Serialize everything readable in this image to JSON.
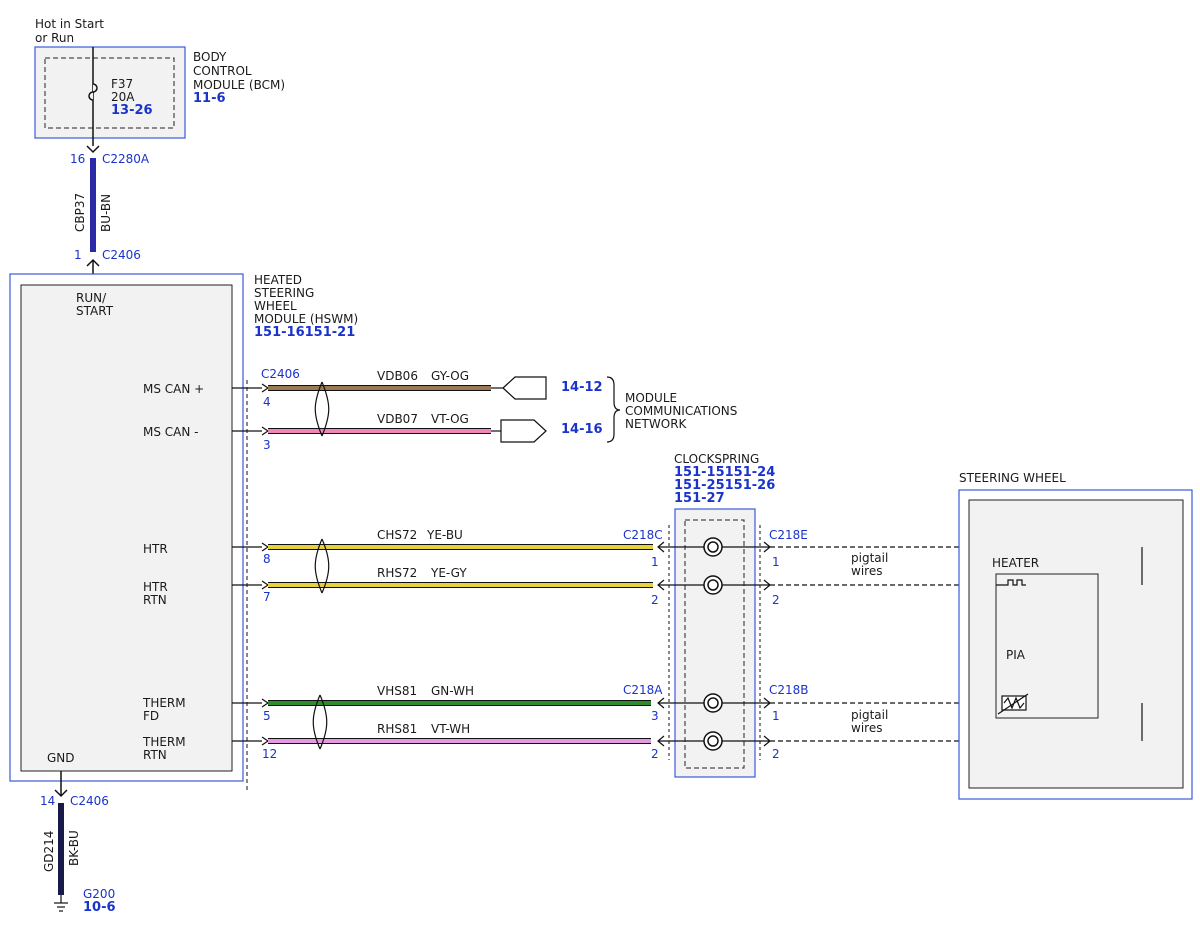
{
  "power": {
    "source_l1": "Hot in Start",
    "source_l2": "or Run"
  },
  "bcm": {
    "name_l1": "BODY",
    "name_l2": "CONTROL",
    "name_l3": "MODULE (BCM)",
    "ref": "11-6",
    "fuse": {
      "id": "F37",
      "rating": "20A",
      "ref": "13-26"
    }
  },
  "bcm_wire": {
    "pin_top": "16",
    "conn_top": "C2280A",
    "circuit": "CBP37",
    "color_code": "BU-BN",
    "color": "#2a2aa8",
    "pin_bottom": "1",
    "conn_bottom": "C2406"
  },
  "hswm": {
    "name_l1": "HEATED",
    "name_l2": "STEERING",
    "name_l3": "WHEEL",
    "name_l4": "MODULE (HSWM)",
    "ref": "151-16151-21",
    "run_start_l1": "RUN/",
    "run_start_l2": "START",
    "gnd": "GND",
    "conn": "C2406"
  },
  "can_lines": [
    {
      "label_l1": "MS CAN +",
      "label_l2": "",
      "pin": "4",
      "circuit": "VDB06",
      "color_code": "GY-OG",
      "color": "#9a7a55",
      "ref": "14-12"
    },
    {
      "label_l1": "MS CAN -",
      "label_l2": "",
      "pin": "3",
      "circuit": "VDB07",
      "color_code": "VT-OG",
      "color": "#ee88bb",
      "ref": "14-16"
    }
  ],
  "network": {
    "l1": "MODULE",
    "l2": "COMMUNICATIONS",
    "l3": "NETWORK"
  },
  "clockspring": {
    "name": "CLOCKSPRING",
    "ref_l1": "151-15151-24",
    "ref_l2": "151-25151-26",
    "ref_l3": "151-27"
  },
  "heater_lines": [
    {
      "label_l1": "HTR",
      "label_l2": "",
      "pin": "8",
      "circuit": "CHS72",
      "color_code": "YE-BU",
      "color": "#e6d23c",
      "conn_left": "C218C",
      "pin_cs_left": "1",
      "conn_right": "C218E",
      "pin_cs_right": "1"
    },
    {
      "label_l1": "HTR",
      "label_l2": "RTN",
      "pin": "7",
      "circuit": "RHS72",
      "color_code": "YE-GY",
      "color": "#e6d23c",
      "conn_left": "",
      "pin_cs_left": "2",
      "conn_right": "",
      "pin_cs_right": "2"
    }
  ],
  "therm_lines": [
    {
      "label_l1": "THERM",
      "label_l2": "FD",
      "pin": "5",
      "circuit": "VHS81",
      "color_code": "GN-WH",
      "color": "#2e8b2e",
      "conn_left": "C218A",
      "pin_cs_left": "3",
      "conn_right": "C218B",
      "pin_cs_right": "1"
    },
    {
      "label_l1": "THERM",
      "label_l2": "RTN",
      "pin": "12",
      "circuit": "RHS81",
      "color_code": "VT-WH",
      "color": "#e49ae0",
      "conn_left": "",
      "pin_cs_left": "2",
      "conn_right": "",
      "pin_cs_right": "2"
    }
  ],
  "pigtail": {
    "l1": "pigtail",
    "l2": "wires"
  },
  "steering_wheel": {
    "name": "STEERING WHEEL",
    "heater": "HEATER",
    "pia": "PIA"
  },
  "ground_wire": {
    "pin": "14",
    "conn": "C2406",
    "circuit": "GD214",
    "color_code": "BK-BU",
    "color": "#1a1a4a",
    "ground_id": "G200",
    "ground_ref": "10-6"
  }
}
